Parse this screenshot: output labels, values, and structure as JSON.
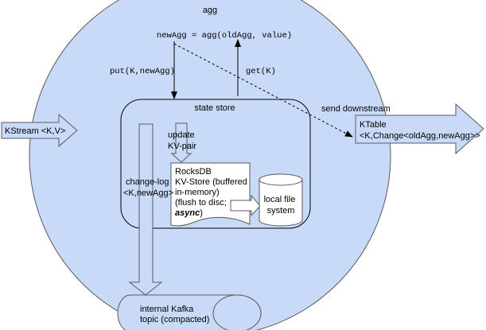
{
  "agg_title": "agg",
  "formula": "newAgg = agg(oldAgg, value)",
  "put_label": "put(K,newAgg)",
  "get_label": "get(K)",
  "state_store_label": "state store",
  "send_downstream": "send downstream",
  "kstream_label": "KStream <K,V>",
  "ktable": {
    "line1": "KTable",
    "line2": "<K,Change<oldAgg,newAgg>>"
  },
  "update": {
    "line1": "update",
    "line2": "KV-pair"
  },
  "changelog": {
    "line1": "change-log",
    "line2": "<K,newAgg>"
  },
  "rocksdb": {
    "line1": "RocksDB",
    "line2": "KV-Store (buffered",
    "line3": "in-memory)",
    "line4": "(flush to disc;",
    "line5": "async",
    "line5_suffix": ")"
  },
  "local_fs": {
    "line1": "local file",
    "line2": "system"
  },
  "kafka_topic": {
    "line1": "internal Kafka",
    "line2": "topic (compacted)"
  },
  "colors": {
    "fill": "#c9daf8",
    "stroke": "#595959",
    "text": "#000000"
  }
}
